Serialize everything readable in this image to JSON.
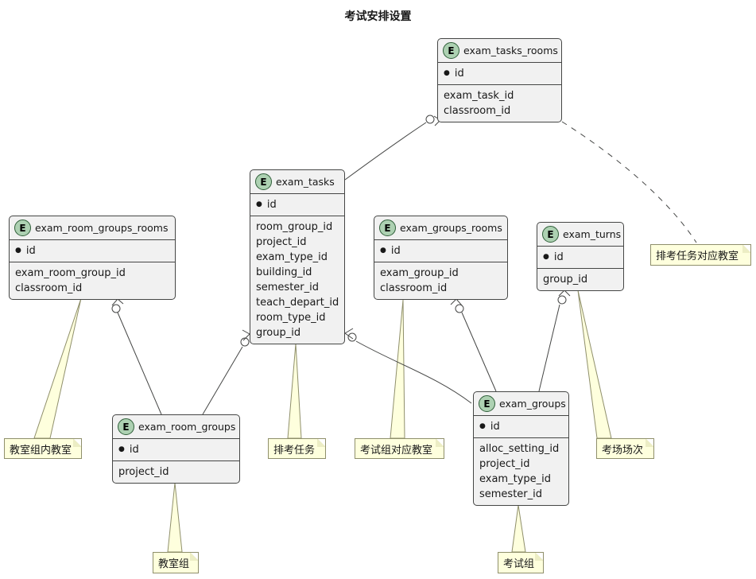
{
  "title": "考试安排设置",
  "entities": [
    {
      "id": "exam_tasks_rooms",
      "badge": "E",
      "name": "exam_tasks_rooms",
      "keys": [
        "id"
      ],
      "fields": [
        "exam_task_id",
        "classroom_id"
      ]
    },
    {
      "id": "exam_tasks",
      "badge": "E",
      "name": "exam_tasks",
      "keys": [
        "id"
      ],
      "fields": [
        "room_group_id",
        "project_id",
        "exam_type_id",
        "building_id",
        "semester_id",
        "teach_depart_id",
        "room_type_id",
        "group_id"
      ]
    },
    {
      "id": "exam_room_groups_rooms",
      "badge": "E",
      "name": "exam_room_groups_rooms",
      "keys": [
        "id"
      ],
      "fields": [
        "exam_room_group_id",
        "classroom_id"
      ]
    },
    {
      "id": "exam_groups_rooms",
      "badge": "E",
      "name": "exam_groups_rooms",
      "keys": [
        "id"
      ],
      "fields": [
        "exam_group_id",
        "classroom_id"
      ]
    },
    {
      "id": "exam_turns",
      "badge": "E",
      "name": "exam_turns",
      "keys": [
        "id"
      ],
      "fields": [
        "group_id"
      ]
    },
    {
      "id": "exam_room_groups",
      "badge": "E",
      "name": "exam_room_groups",
      "keys": [
        "id"
      ],
      "fields": [
        "project_id"
      ]
    },
    {
      "id": "exam_groups",
      "badge": "E",
      "name": "exam_groups",
      "keys": [
        "id"
      ],
      "fields": [
        "alloc_setting_id",
        "project_id",
        "exam_type_id",
        "semester_id"
      ]
    }
  ],
  "notes": [
    {
      "id": "note-rooms-in-room-group",
      "text": "教室组内教室"
    },
    {
      "id": "note-exam-task",
      "text": "排考任务"
    },
    {
      "id": "note-exam-group-rooms",
      "text": "考试组对应教室"
    },
    {
      "id": "note-exam-turn",
      "text": "考场场次"
    },
    {
      "id": "note-task-rooms",
      "text": "排考任务对应教室"
    },
    {
      "id": "note-room-group",
      "text": "教室组"
    },
    {
      "id": "note-exam-group",
      "text": "考试组"
    }
  ],
  "relationships": [
    {
      "from": "exam_tasks",
      "to": "exam_tasks_rooms",
      "style": "solid",
      "terminator": "circle-arrow at exam_tasks_rooms"
    },
    {
      "from": "exam_tasks_rooms",
      "to": "note-task-rooms",
      "style": "dashed",
      "terminator": "none"
    },
    {
      "from": "exam_room_groups",
      "to": "exam_room_groups_rooms",
      "style": "solid",
      "terminator": "circle-arrow at exam_room_groups_rooms"
    },
    {
      "from": "exam_room_groups",
      "to": "exam_tasks",
      "style": "solid",
      "terminator": "circle-arrow at exam_tasks"
    },
    {
      "from": "exam_groups",
      "to": "exam_tasks",
      "style": "solid",
      "terminator": "circle-arrow at exam_tasks"
    },
    {
      "from": "exam_groups",
      "to": "exam_groups_rooms",
      "style": "solid",
      "terminator": "circle-arrow at exam_groups_rooms"
    },
    {
      "from": "exam_groups",
      "to": "exam_turns",
      "style": "solid",
      "terminator": "circle-arrow at exam_turns"
    }
  ],
  "note_attachments": [
    {
      "note": "note-rooms-in-room-group",
      "target": "exam_room_groups_rooms"
    },
    {
      "note": "note-exam-task",
      "target": "exam_tasks"
    },
    {
      "note": "note-exam-group-rooms",
      "target": "exam_groups_rooms"
    },
    {
      "note": "note-exam-turn",
      "target": "exam_turns"
    },
    {
      "note": "note-room-group",
      "target": "exam_room_groups"
    },
    {
      "note": "note-exam-group",
      "target": "exam_groups"
    }
  ],
  "colors": {
    "entity_bg": "#F1F1F1",
    "entity_border": "#454645",
    "badge_bg": "#ADD1B2",
    "badge_border": "#2E5E38",
    "note_bg": "#FEFFDD",
    "note_border": "#8F8F6B",
    "line": "#454645"
  },
  "badge_letter": "E",
  "key_bullet": "●"
}
